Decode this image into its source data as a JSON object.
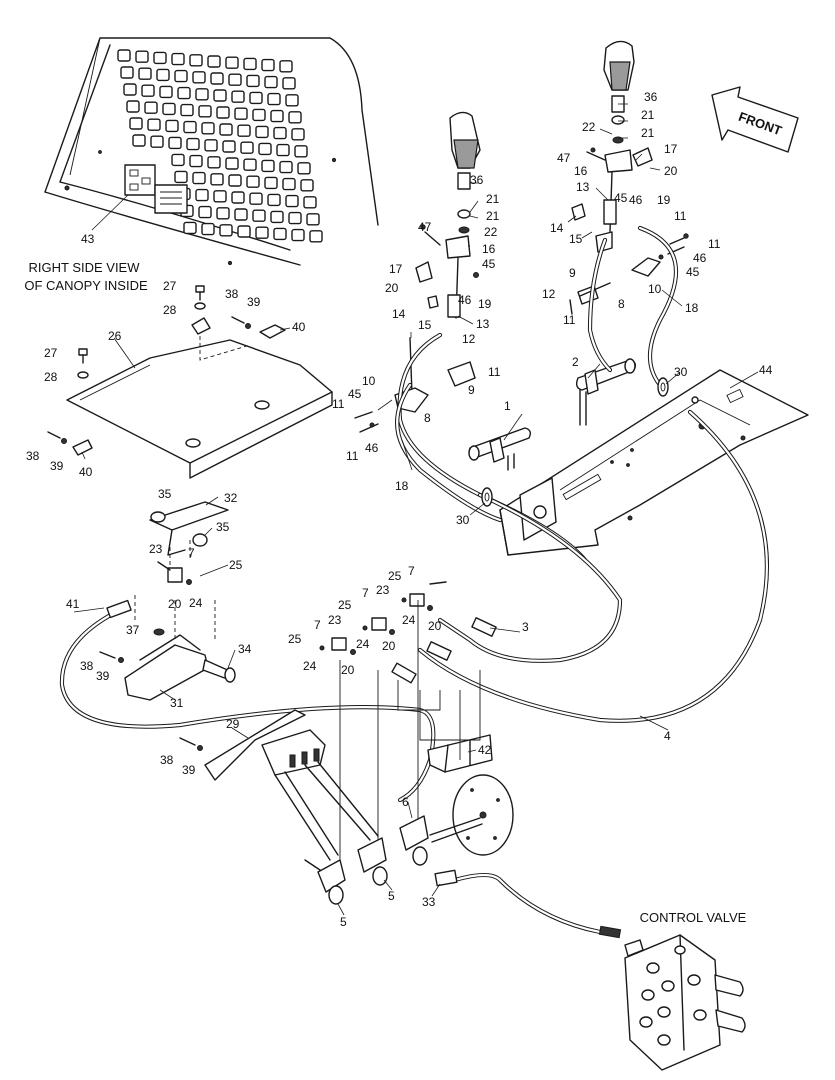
{
  "captions": {
    "side_view_line1": "RIGHT SIDE VIEW",
    "side_view_line2": "OF CANOPY INSIDE",
    "control_valve": "CONTROL VALVE",
    "front": "FRONT"
  },
  "callouts": [
    {
      "id": "c36a",
      "text": "36"
    },
    {
      "id": "c21a",
      "text": "21"
    },
    {
      "id": "c22a",
      "text": "22"
    },
    {
      "id": "c21b",
      "text": "21"
    },
    {
      "id": "c17a",
      "text": "17"
    },
    {
      "id": "c47a",
      "text": "47"
    },
    {
      "id": "c20a",
      "text": "20"
    },
    {
      "id": "c16a",
      "text": "16"
    },
    {
      "id": "c45a",
      "text": "45"
    },
    {
      "id": "c46a",
      "text": "46"
    },
    {
      "id": "c13a",
      "text": "13"
    },
    {
      "id": "c19a",
      "text": "19"
    },
    {
      "id": "c14a",
      "text": "14"
    },
    {
      "id": "c15a",
      "text": "15"
    },
    {
      "id": "c11a",
      "text": "11"
    },
    {
      "id": "c11b",
      "text": "11"
    },
    {
      "id": "c45b",
      "text": "45"
    },
    {
      "id": "c46b",
      "text": "46"
    },
    {
      "id": "c9a",
      "text": "9"
    },
    {
      "id": "c10a",
      "text": "10"
    },
    {
      "id": "c12a",
      "text": "12"
    },
    {
      "id": "c11c",
      "text": "11"
    },
    {
      "id": "c8a",
      "text": "8"
    },
    {
      "id": "c18a",
      "text": "18"
    },
    {
      "id": "c2a",
      "text": "2"
    },
    {
      "id": "c30a",
      "text": "30"
    },
    {
      "id": "c44a",
      "text": "44"
    },
    {
      "id": "c36b",
      "text": "36"
    },
    {
      "id": "c21c",
      "text": "21"
    },
    {
      "id": "c21d",
      "text": "21"
    },
    {
      "id": "c22b",
      "text": "22"
    },
    {
      "id": "c47b",
      "text": "47"
    },
    {
      "id": "c16b",
      "text": "16"
    },
    {
      "id": "c17b",
      "text": "17"
    },
    {
      "id": "c20b",
      "text": "20"
    },
    {
      "id": "c45c",
      "text": "45"
    },
    {
      "id": "c46c",
      "text": "46"
    },
    {
      "id": "c19b",
      "text": "19"
    },
    {
      "id": "c13b",
      "text": "13"
    },
    {
      "id": "c14b",
      "text": "14"
    },
    {
      "id": "c15b",
      "text": "15"
    },
    {
      "id": "c12b",
      "text": "12"
    },
    {
      "id": "c9b",
      "text": "9"
    },
    {
      "id": "c11d",
      "text": "11"
    },
    {
      "id": "c45d",
      "text": "45"
    },
    {
      "id": "c10b",
      "text": "10"
    },
    {
      "id": "c11e",
      "text": "11"
    },
    {
      "id": "c46d",
      "text": "46"
    },
    {
      "id": "c11f",
      "text": "11"
    },
    {
      "id": "c8b",
      "text": "8"
    },
    {
      "id": "c1a",
      "text": "1"
    },
    {
      "id": "c18b",
      "text": "18"
    },
    {
      "id": "c30b",
      "text": "30"
    },
    {
      "id": "c43a",
      "text": "43"
    },
    {
      "id": "c27a",
      "text": "27"
    },
    {
      "id": "c28a",
      "text": "28"
    },
    {
      "id": "c38a",
      "text": "38"
    },
    {
      "id": "c39a",
      "text": "39"
    },
    {
      "id": "c40a",
      "text": "40"
    },
    {
      "id": "c26a",
      "text": "26"
    },
    {
      "id": "c27b",
      "text": "27"
    },
    {
      "id": "c28b",
      "text": "28"
    },
    {
      "id": "c38b",
      "text": "38"
    },
    {
      "id": "c39b",
      "text": "39"
    },
    {
      "id": "c40b",
      "text": "40"
    },
    {
      "id": "c35a",
      "text": "35"
    },
    {
      "id": "c32a",
      "text": "32"
    },
    {
      "id": "c35b",
      "text": "35"
    },
    {
      "id": "c23a",
      "text": "23"
    },
    {
      "id": "c7a",
      "text": "7"
    },
    {
      "id": "c25a",
      "text": "25"
    },
    {
      "id": "c20c",
      "text": "20"
    },
    {
      "id": "c24a",
      "text": "24"
    },
    {
      "id": "c41a",
      "text": "41"
    },
    {
      "id": "c37a",
      "text": "37"
    },
    {
      "id": "c34a",
      "text": "34"
    },
    {
      "id": "c38c",
      "text": "38"
    },
    {
      "id": "c39c",
      "text": "39"
    },
    {
      "id": "c31a",
      "text": "31"
    },
    {
      "id": "c29a",
      "text": "29"
    },
    {
      "id": "c38d",
      "text": "38"
    },
    {
      "id": "c39d",
      "text": "39"
    },
    {
      "id": "c7b",
      "text": "7"
    },
    {
      "id": "c25b",
      "text": "25"
    },
    {
      "id": "c23b",
      "text": "23"
    },
    {
      "id": "c7c",
      "text": "7"
    },
    {
      "id": "c23c",
      "text": "23"
    },
    {
      "id": "c25c",
      "text": "25"
    },
    {
      "id": "c24b",
      "text": "24"
    },
    {
      "id": "c20d",
      "text": "20"
    },
    {
      "id": "c3a",
      "text": "3"
    },
    {
      "id": "c7d",
      "text": "7"
    },
    {
      "id": "c25d",
      "text": "25"
    },
    {
      "id": "c24c",
      "text": "24"
    },
    {
      "id": "c20e",
      "text": "20"
    },
    {
      "id": "c24d",
      "text": "24"
    },
    {
      "id": "c20f",
      "text": "20"
    },
    {
      "id": "c42a",
      "text": "42"
    },
    {
      "id": "c4a",
      "text": "4"
    },
    {
      "id": "c6a",
      "text": "6"
    },
    {
      "id": "c5a",
      "text": "5"
    },
    {
      "id": "c5b",
      "text": "5"
    },
    {
      "id": "c33a",
      "text": "33"
    }
  ]
}
